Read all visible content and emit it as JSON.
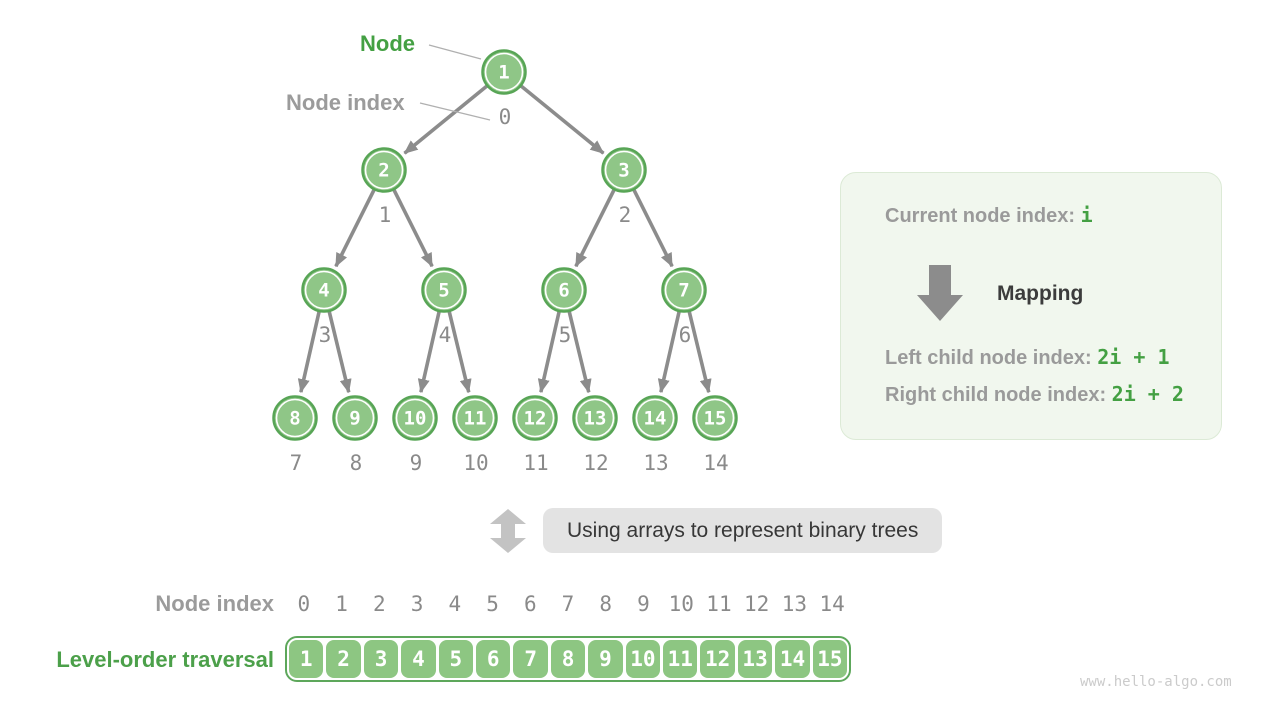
{
  "tree": {
    "node_callout": "Node",
    "index_callout": "Node index",
    "nodes": [
      {
        "value": "1",
        "index": "0"
      },
      {
        "value": "2",
        "index": "1"
      },
      {
        "value": "3",
        "index": "2"
      },
      {
        "value": "4",
        "index": "3"
      },
      {
        "value": "5",
        "index": "4"
      },
      {
        "value": "6",
        "index": "5"
      },
      {
        "value": "7",
        "index": "6"
      },
      {
        "value": "8",
        "index": "7"
      },
      {
        "value": "9",
        "index": "8"
      },
      {
        "value": "10",
        "index": "9"
      },
      {
        "value": "11",
        "index": "10"
      },
      {
        "value": "12",
        "index": "11"
      },
      {
        "value": "13",
        "index": "12"
      },
      {
        "value": "14",
        "index": "13"
      },
      {
        "value": "15",
        "index": "14"
      }
    ]
  },
  "info_box": {
    "current_label": "Current node index",
    "current_value": "i",
    "mapping_label": "Mapping",
    "left_label": "Left child node index",
    "left_value": "2i + 1",
    "right_label": "Right child node index",
    "right_value": "2i + 2"
  },
  "banner": {
    "text": "Using arrays to represent binary trees"
  },
  "array_section": {
    "index_label": "Node index",
    "indices": [
      "0",
      "1",
      "2",
      "3",
      "4",
      "5",
      "6",
      "7",
      "8",
      "9",
      "10",
      "11",
      "12",
      "13",
      "14"
    ],
    "traversal_label": "Level-order traversal",
    "values": [
      "1",
      "2",
      "3",
      "4",
      "5",
      "6",
      "7",
      "8",
      "9",
      "10",
      "11",
      "12",
      "13",
      "14",
      "15"
    ]
  },
  "watermark": "www.hello-algo.com",
  "colors": {
    "node_fill": "#8fc687",
    "node_border": "#58a556",
    "node_ring": "#ffffff",
    "node_text": "#ffffff",
    "arrow": "#8c8c8c",
    "pointer_line": "#b0b0b0",
    "tree_index_text": "#8a8a8a",
    "green_text": "#44a043",
    "gray_label": "#9b9b9b",
    "dark_text": "#3c3c3c",
    "info_box_bg": "#f1f7ee",
    "info_box_border": "#dcead6",
    "banner_bg": "#e3e3e3",
    "updown_arrow": "#c3c3c3",
    "watermark_text": "#cbcbcb"
  }
}
